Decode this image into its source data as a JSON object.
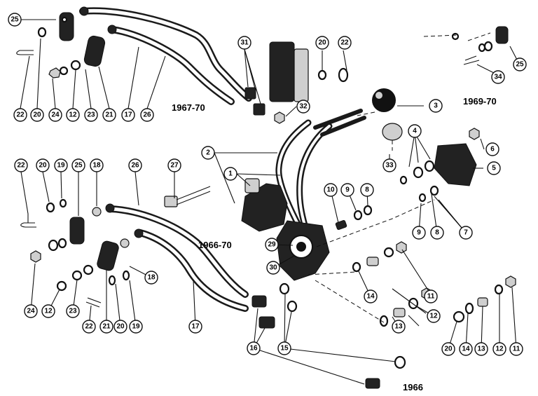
{
  "years": {
    "y1967_70": "1967-70",
    "y1969_70": "1969-70",
    "y1966_70": "1966-70",
    "y1966": "1966"
  },
  "callouts": {
    "c25a": "25",
    "c22a": "22",
    "c20a": "20",
    "c24a": "24",
    "c12a": "12",
    "c23a": "23",
    "c21a": "21",
    "c17a": "17",
    "c26a": "26",
    "c31": "31",
    "c20b": "20",
    "c22b": "22",
    "c32": "32",
    "c3": "3",
    "c25b": "25",
    "c34": "34",
    "c2": "2",
    "c1": "1",
    "c4": "4",
    "c6": "6",
    "c5": "5",
    "c7": "7",
    "c8a": "8",
    "c9a": "9",
    "c10": "10",
    "c8b": "8",
    "c9b": "9",
    "c33": "33",
    "c27": "27",
    "c22c": "22",
    "c20c": "20",
    "c19a": "19",
    "c25c": "25",
    "c18a": "18",
    "c26b": "26",
    "c29": "29",
    "c30": "30",
    "c11a": "11",
    "c12b": "12",
    "c13a": "13",
    "c14a": "14",
    "c18b": "18",
    "c24b": "24",
    "c12c": "12",
    "c23b": "23",
    "c22d": "22",
    "c21b": "21",
    "c20d": "20",
    "c19b": "19",
    "c17b": "17",
    "c16": "16",
    "c15": "15",
    "c20e": "20",
    "c14b": "14",
    "c13b": "13",
    "c12d": "12",
    "c11b": "11"
  }
}
